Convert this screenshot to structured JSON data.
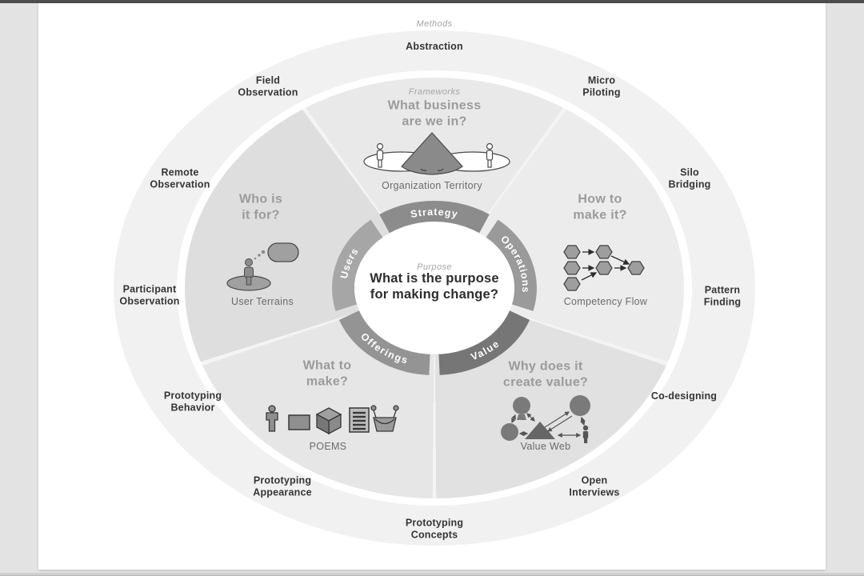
{
  "diagram": {
    "colors": {
      "page_bg": "#e3e3e3",
      "canvas_bg": "#ffffff",
      "top_bar": "#4d4d4d",
      "outer_ring": "#f1f1f1"
    },
    "center": {
      "eyebrow": "Purpose",
      "question_line1": "What is the purpose",
      "question_line2": "for making change?"
    },
    "ring": {
      "segments": [
        {
          "label": "Strategy",
          "color": "#8c8c8c"
        },
        {
          "label": "Operations",
          "color": "#9a9a9a"
        },
        {
          "label": "Value",
          "color": "#767676"
        },
        {
          "label": "Offerings",
          "color": "#949494"
        },
        {
          "label": "Users",
          "color": "#a6a6a6"
        }
      ]
    },
    "frameworks": {
      "ring_label": "Frameworks",
      "sections": [
        {
          "question_line1": "What business",
          "question_line2": "are we in?",
          "caption": "Organization Territory"
        },
        {
          "question_line1": "How to",
          "question_line2": "make it?",
          "caption": "Competency Flow"
        },
        {
          "question_line1": "Why does it",
          "question_line2": "create value?",
          "caption": "Value Web"
        },
        {
          "question_line1": "What to",
          "question_line2": "make?",
          "caption": "POEMS"
        },
        {
          "question_line1": "Who is",
          "question_line2": "it for?",
          "caption": "User Terrains"
        }
      ]
    },
    "methods": {
      "ring_label": "Methods",
      "items": [
        {
          "line1": "Abstraction",
          "line2": ""
        },
        {
          "line1": "Micro",
          "line2": "Piloting"
        },
        {
          "line1": "Silo",
          "line2": "Bridging"
        },
        {
          "line1": "Pattern",
          "line2": "Finding"
        },
        {
          "line1": "Co-designing",
          "line2": ""
        },
        {
          "line1": "Open",
          "line2": "Interviews"
        },
        {
          "line1": "Prototyping",
          "line2": "Concepts"
        },
        {
          "line1": "Prototyping",
          "line2": "Appearance"
        },
        {
          "line1": "Prototyping",
          "line2": "Behavior"
        },
        {
          "line1": "Participant",
          "line2": "Observation"
        },
        {
          "line1": "Remote",
          "line2": "Observation"
        },
        {
          "line1": "Field",
          "line2": "Observation"
        }
      ]
    }
  }
}
